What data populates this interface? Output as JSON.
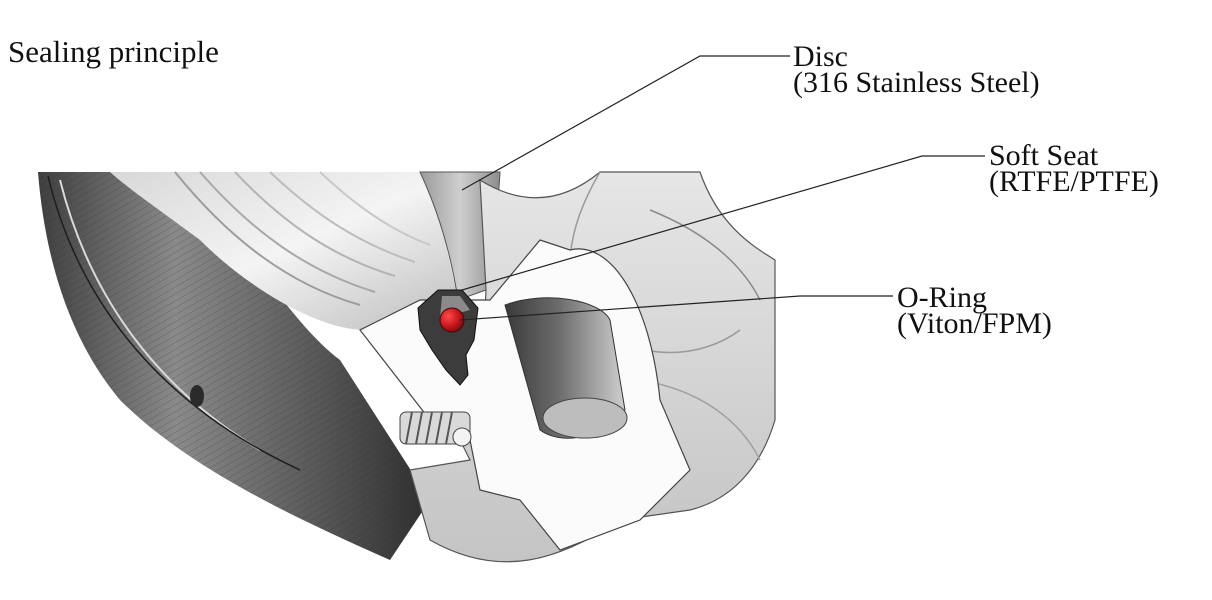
{
  "title": "Sealing principle",
  "callouts": {
    "disc": {
      "name": "Disc",
      "material": "(316 Stainless Steel)"
    },
    "soft_seat": {
      "name": "Soft Seat",
      "material": "(RTFE/PTFE)"
    },
    "o_ring": {
      "name": "O-Ring",
      "material": "(Viton/FPM)"
    }
  },
  "colors": {
    "o_ring": "#c8161d",
    "leader": "#222222",
    "metal_light": "#f2f2f2",
    "metal_mid": "#c9c9c9",
    "metal_dark": "#6f6f6f"
  }
}
